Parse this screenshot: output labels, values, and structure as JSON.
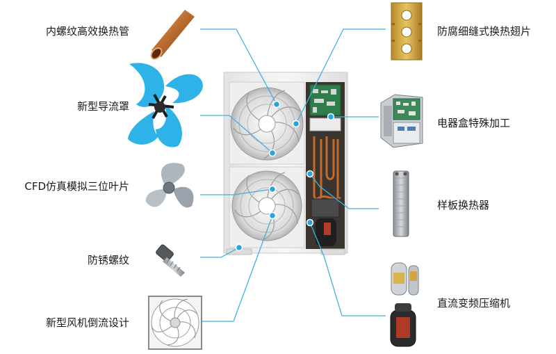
{
  "labels": {
    "copper_tube": "内螺纹高效换热管",
    "shroud": "新型导流罩",
    "fan_blade": "CFD仿真模拟三位叶片",
    "screw": "防锈螺纹",
    "fan_guard": "新型风机倒流设计",
    "fin": "防腐细缝式换热翅片",
    "control_box": "电器盒特殊加工",
    "plate_exchanger": "样板换热器",
    "compressor": "直流变频压缩机"
  },
  "colors": {
    "callout_line": "#3fb1df",
    "callout_dot": "#2aa5dc",
    "shroud_blue": "#2db3e8",
    "copper": "#b87333",
    "brass": "#c9a23c",
    "unit_white": "#f2f2f2"
  }
}
